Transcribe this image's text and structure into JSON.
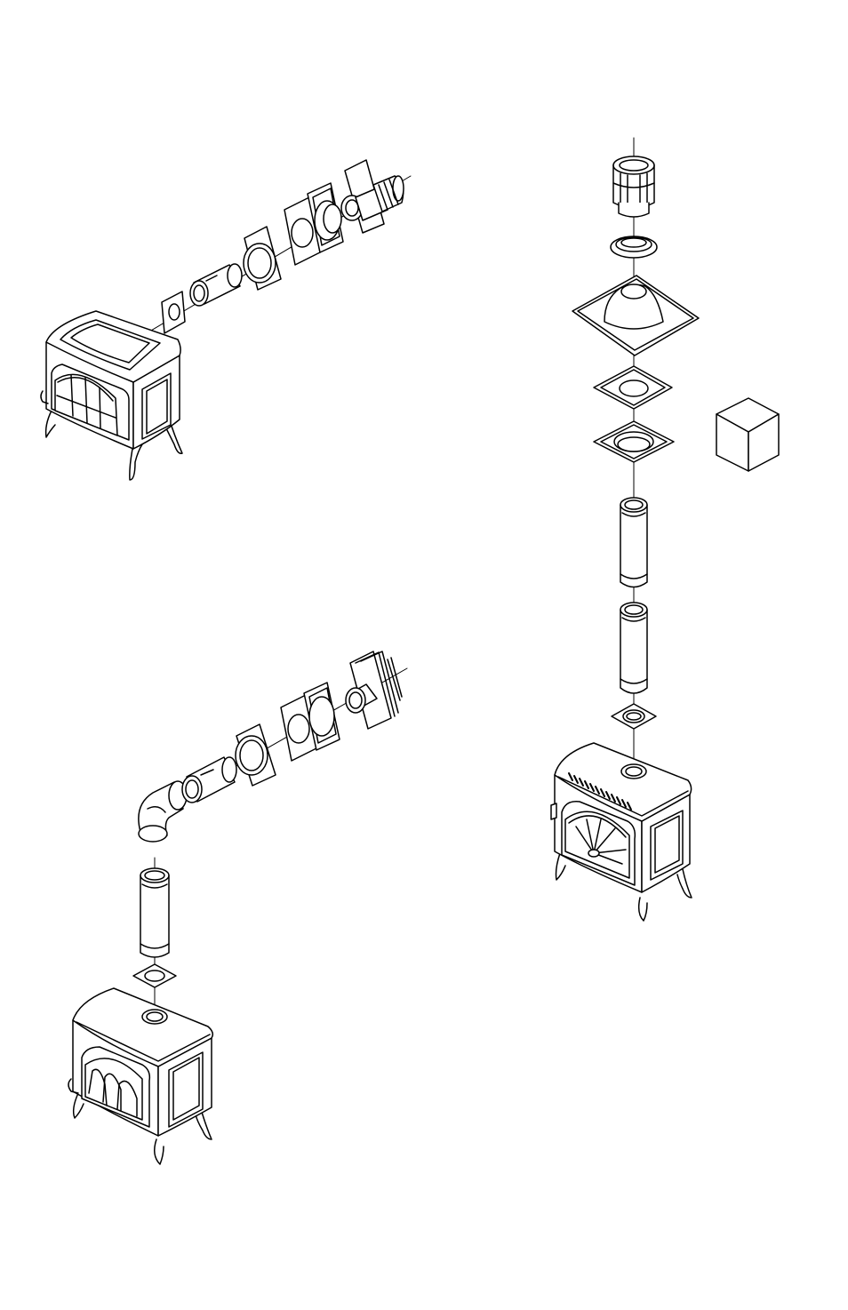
{
  "diagram": {
    "kind": "exploded-isometric-venting-diagrams",
    "line_color": "#000000",
    "fill_color": "#ffffff",
    "assemblies": [
      {
        "id": "rear-horizontal",
        "components": [
          "stove",
          "wall-thimble-plate",
          "vent-pipe-section",
          "collar-ring",
          "wall-plate",
          "firestop-box",
          "termination-cap"
        ]
      },
      {
        "id": "top-vertical-to-horizontal",
        "components": [
          "stove",
          "flue-collar-plate",
          "vertical-pipe",
          "elbow-90",
          "horizontal-pipe",
          "collar-ring",
          "wall-plate",
          "firestop-box",
          "wall-termination"
        ]
      },
      {
        "id": "vertical-roof",
        "components": [
          "stove",
          "ceiling-plate",
          "pipe-section-lower",
          "pipe-section-upper",
          "ceiling-support-box",
          "firestop-spacer",
          "roof-flashing",
          "storm-collar",
          "roof-termination-cap",
          "attic-shield-box"
        ]
      }
    ]
  }
}
